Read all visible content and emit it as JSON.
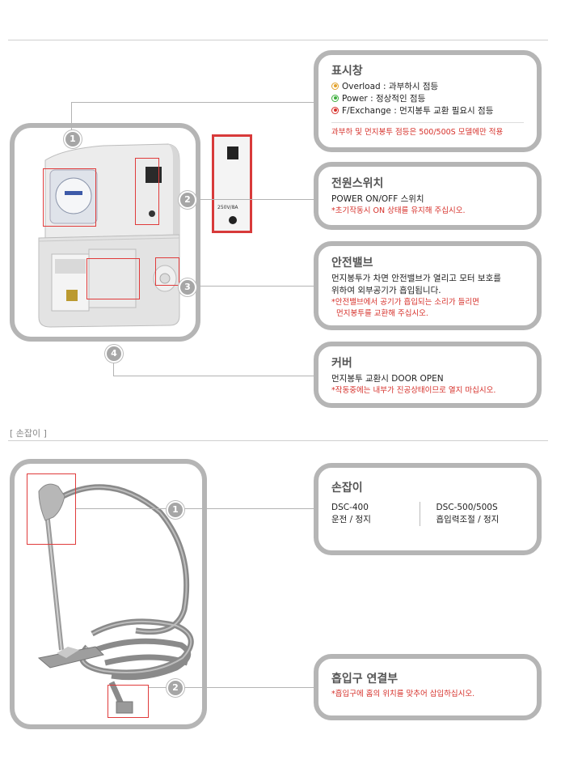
{
  "display_panel": {
    "title": "표시창",
    "items": [
      {
        "label": "Overload : 과부하시 점등",
        "color": "#e2a12a"
      },
      {
        "label": "Power : 정상적인 점등",
        "color": "#3cae3c"
      },
      {
        "label": "F/Exchange : 먼지봉투 교환 필요시 점등",
        "color": "#d6302a"
      }
    ],
    "note": "과부하 및 먼지봉투 점등은 500/500S 모델에만 적용"
  },
  "power_switch": {
    "title": "전원스위치",
    "desc": "POWER ON/OFF 스위치",
    "note": "*초기작동시 ON 상태를 유지해 주십시오.",
    "panel_label": "250V/8A"
  },
  "safety_valve": {
    "title": "안전밸브",
    "desc_line1": "먼지봉투가 차면 안전밸브가 열리고 모터 보호를",
    "desc_line2": "위하여 외부공기가 흡입됩니다.",
    "note_line1": "*안전밸브에서 공기가 흡입되는 소리가 들리면",
    "note_line2": "먼지봉투를 교환해 주십시오."
  },
  "cover": {
    "title": "커버",
    "desc": "먼지봉투 교환시 DOOR OPEN",
    "note": "*작동중에는 내부가 진공상태이므로 열지 마십시오."
  },
  "handle_section": {
    "label": "[ 손잡이 ]"
  },
  "handle": {
    "title": "손잡이",
    "col1_model": "DSC-400",
    "col1_desc": "운전 / 정지",
    "col2_model": "DSC-500/500S",
    "col2_desc": "흡입력조절 / 정지"
  },
  "inlet": {
    "title": "흡입구 연결부",
    "note": "*흡입구에 홈의 위치를 맞추어 삽입하십시오."
  },
  "markers": {
    "m1": "1",
    "m2": "2",
    "m3": "3",
    "m4": "4",
    "h1": "1",
    "h2": "2"
  }
}
